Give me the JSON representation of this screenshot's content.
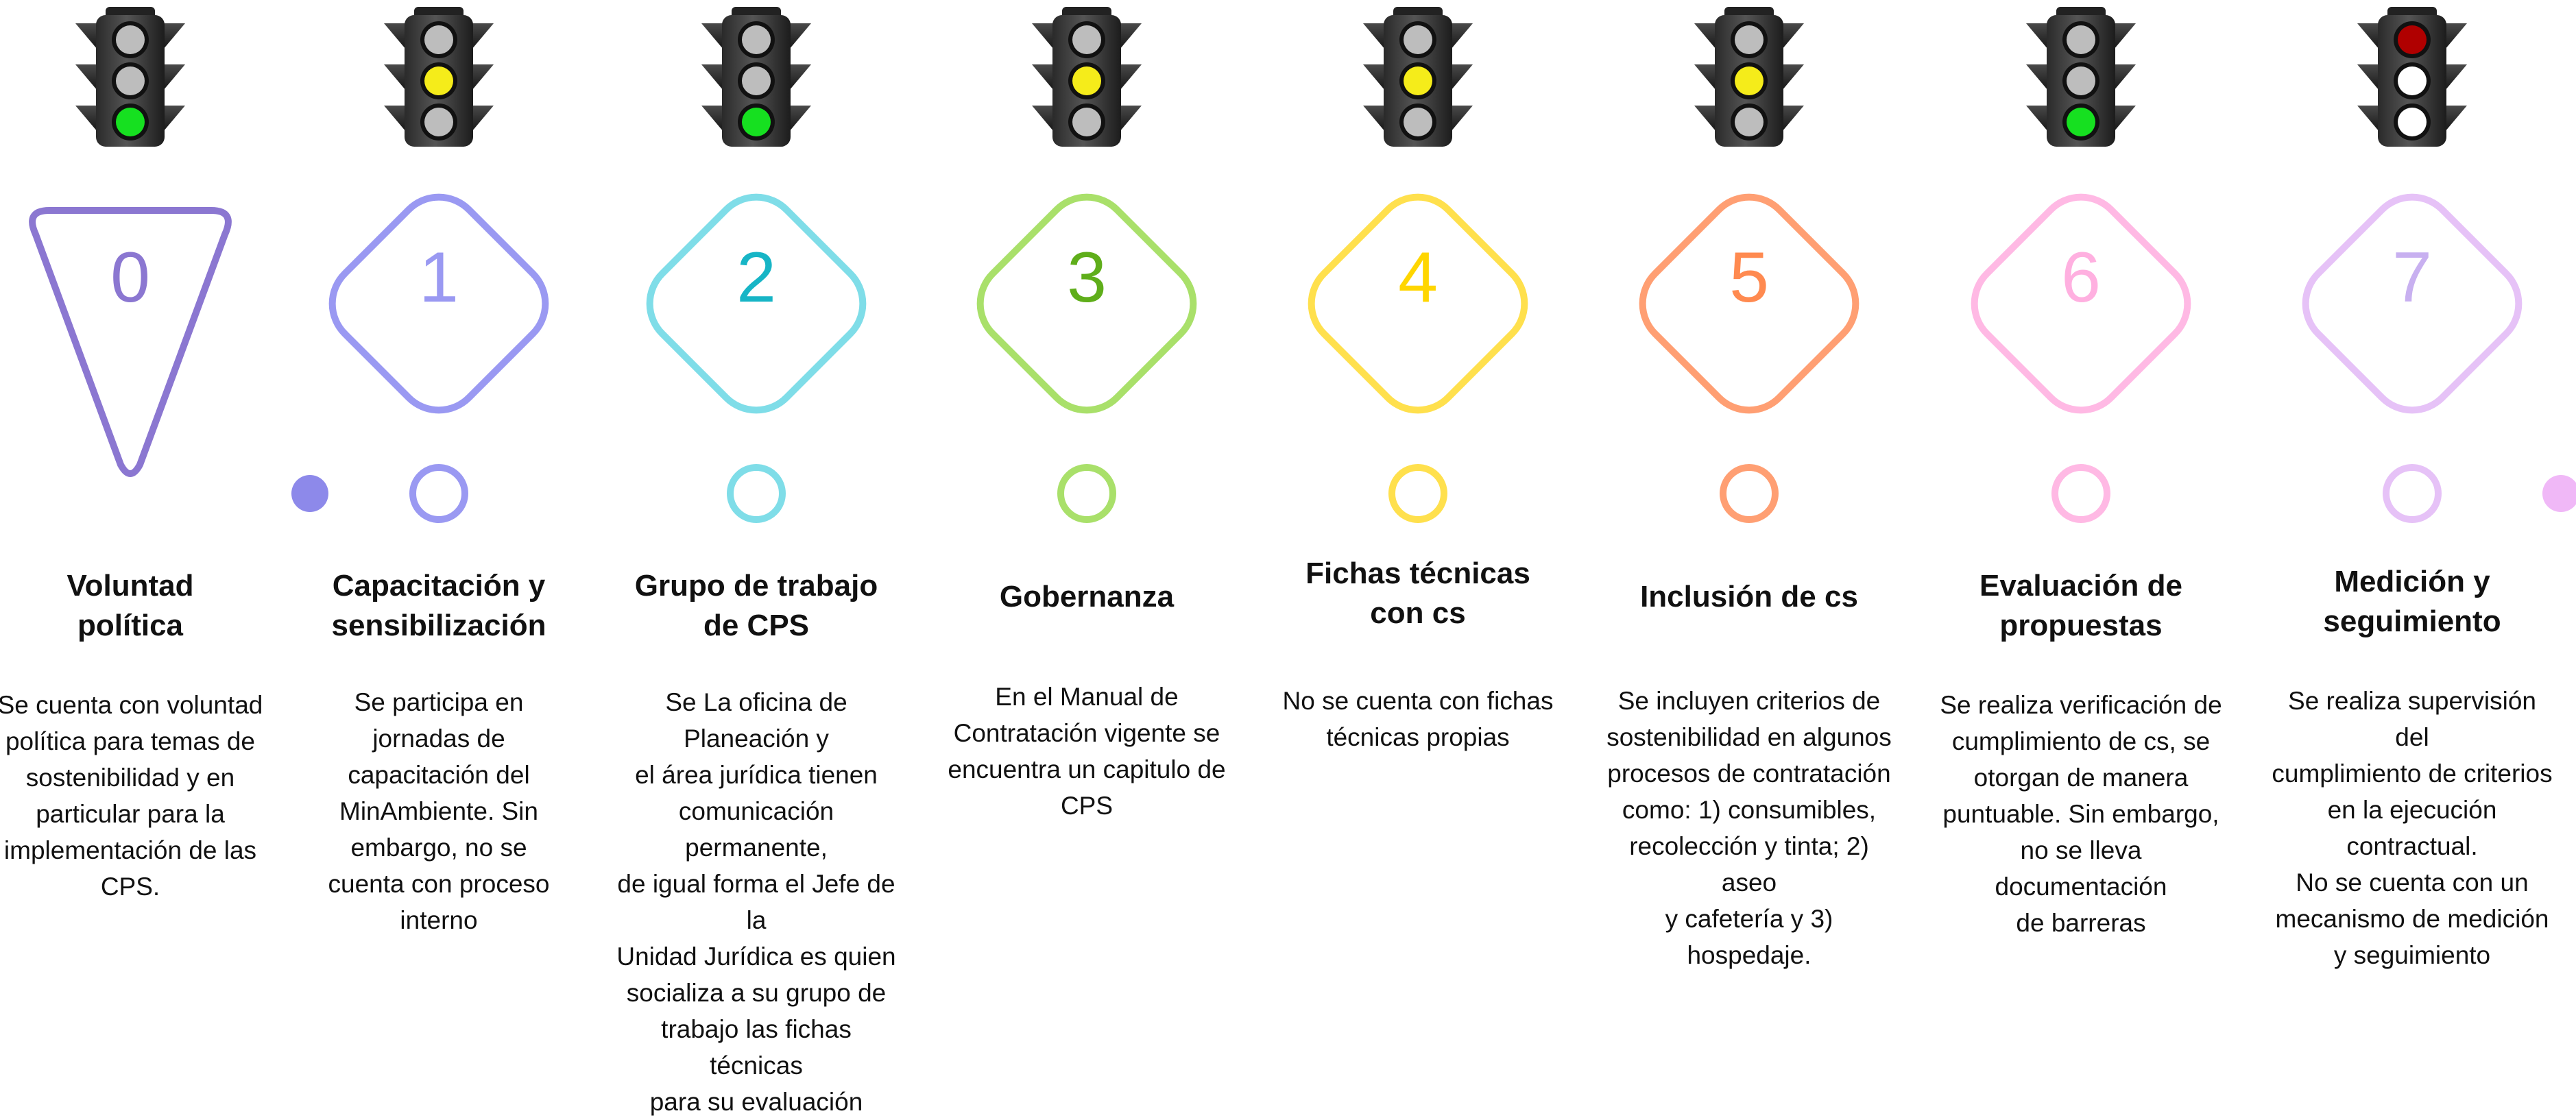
{
  "timeline": {
    "line_gradient": [
      "#8d89ea",
      "#7fd6e8",
      "#a8e063",
      "#ffd84a",
      "#ff9a5a",
      "#ffb7e3",
      "#e8c2f7"
    ],
    "start_dot_color": "#8d89ea",
    "end_dot_color": "#f0b8f7"
  },
  "stages": [
    {
      "number": "0",
      "color": "#8b77d1",
      "number_color": "#8b77d1",
      "shape": "triangle",
      "light": [
        "off",
        "off",
        "green"
      ],
      "title": "Voluntad\npolítica",
      "description": "Se cuenta con voluntad\npolítica para temas de\nsostenibilidad y en\nparticular para la\nimplementación de las\nCPS."
    },
    {
      "number": "1",
      "color": "#9a99f2",
      "number_color": "#9a99f2",
      "shape": "diamond",
      "light": [
        "off",
        "yellow",
        "off"
      ],
      "title": "Capacitación y\nsensibilización",
      "description": "Se participa en\njornadas de\ncapacitación del\nMinAmbiente. Sin\nembargo, no se\ncuenta con proceso\ninterno"
    },
    {
      "number": "2",
      "color": "#7fdde8",
      "number_color": "#17b5c6",
      "shape": "diamond",
      "light": [
        "off",
        "off",
        "green"
      ],
      "title": "Grupo de trabajo\nde CPS",
      "description": "Se La oficina de Planeación y\nel área jurídica tienen\ncomunicación permanente,\nde igual forma el Jefe de la\nUnidad Jurídica es quien\nsocializa a su grupo de\ntrabajo las fichas técnicas\npara su evaluación"
    },
    {
      "number": "3",
      "color": "#a9e06a",
      "number_color": "#5fae1a",
      "shape": "diamond",
      "light": [
        "off",
        "yellow",
        "off"
      ],
      "title": "Gobernanza",
      "description": "En el Manual de\nContratación vigente se\nencuentra un capitulo de\nCPS"
    },
    {
      "number": "4",
      "color": "#ffe04d",
      "number_color": "#ffd600",
      "shape": "diamond",
      "light": [
        "off",
        "yellow",
        "off"
      ],
      "title": "Fichas técnicas\ncon cs",
      "description": "No se cuenta con fichas\ntécnicas propias"
    },
    {
      "number": "5",
      "color": "#ff9f73",
      "number_color": "#ff8a50",
      "shape": "diamond",
      "light": [
        "off",
        "yellow",
        "off"
      ],
      "title": "Inclusión de cs",
      "description": "Se incluyen criterios de\nsostenibilidad en algunos\nprocesos de contratación\ncomo: 1) consumibles,\nrecolección y tinta; 2) aseo\ny cafetería y 3) hospedaje."
    },
    {
      "number": "6",
      "color": "#ffb9e4",
      "number_color": "#ffb0e0",
      "shape": "diamond",
      "light": [
        "off",
        "off",
        "green"
      ],
      "title": "Evaluación de\npropuestas",
      "description": "Se realiza verificación de\ncumplimiento de cs, se\notorgan de manera\npuntuable. Sin embargo,\nno se lleva documentación\nde barreras"
    },
    {
      "number": "7",
      "color": "#e6c2f7",
      "number_color": "#c8b0f0",
      "shape": "diamond",
      "light": [
        "red",
        "white",
        "white"
      ],
      "title": "Medición y\nseguimiento",
      "description": "Se realiza supervisión del\ncumplimiento de criterios\nen la ejecución\ncontractual.\nNo se cuenta con un\nmecanismo de medición\ny seguimiento"
    }
  ]
}
